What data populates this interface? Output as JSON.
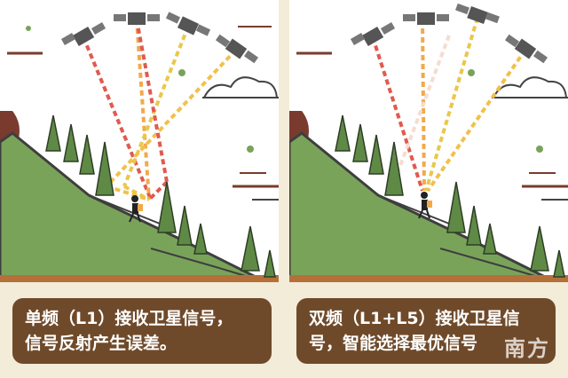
{
  "panels": [
    {
      "caption_line1": "单频（L1）接收卫星信号，",
      "caption_line2": "信号反射产生误差。"
    },
    {
      "caption_line1": "双频（L1+L5）接收卫星信",
      "caption_line2": "号，智能选择最优信号"
    }
  ],
  "watermark": "南方",
  "colors": {
    "background": "#f3ecd9",
    "caption_box": "#6f4a2a",
    "hill": "#7aa35a",
    "tree": "#5f8a45",
    "satellite": "#555555",
    "signal_red": "#e05a4f",
    "signal_orange": "#f2a94a",
    "signal_yellow": "#e8c84c"
  },
  "icons": [
    "satellite-icon",
    "hiker-icon",
    "tree-icon",
    "cloud-icon"
  ]
}
